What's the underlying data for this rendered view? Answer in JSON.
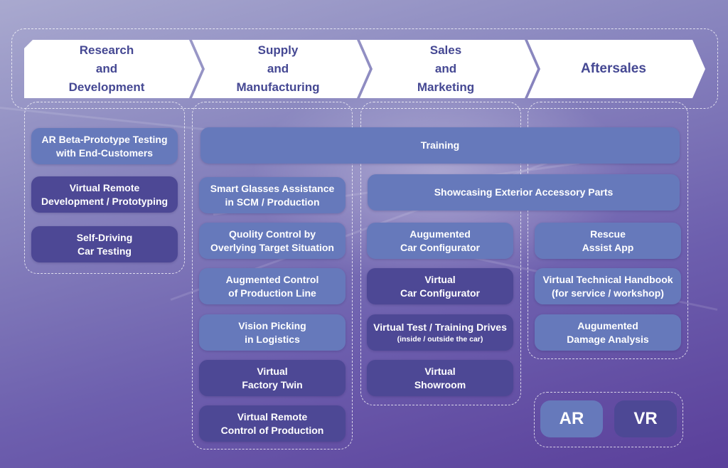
{
  "stages": [
    {
      "label": "Research\nand\nDevelopment"
    },
    {
      "label": "Supply\nand\nManufacturing"
    },
    {
      "label": "Sales\nand\nMarketing"
    },
    {
      "label": "Aftersales"
    }
  ],
  "research": [
    {
      "label": "AR Beta-Prototype Testing\nwith End-Customers",
      "type": "AR"
    },
    {
      "label": "Virtual Remote\nDevelopment / Prototyping",
      "type": "VR"
    },
    {
      "label": "Self-Driving\nCar Testing",
      "type": "VR"
    }
  ],
  "cross_stage": {
    "training": {
      "label": "Training",
      "type": "AR"
    },
    "showcasing": {
      "label": "Showcasing Exterior Accessory Parts",
      "type": "AR"
    }
  },
  "supply": [
    {
      "label": "Smart Glasses Assistance\nin SCM / Production",
      "type": "AR"
    },
    {
      "label": "Quolity Control by\nOverlying Target Situation",
      "type": "AR"
    },
    {
      "label": "Augmented Control\nof Production Line",
      "type": "AR"
    },
    {
      "label": "Vision Picking\nin Logistics",
      "type": "AR"
    },
    {
      "label": "Virtual\nFactory Twin",
      "type": "VR"
    },
    {
      "label": "Virtual Remote\nControl of Production",
      "type": "VR"
    }
  ],
  "sales": [
    {
      "label": "Augumented\nCar Configurator",
      "type": "AR"
    },
    {
      "label": "Virtual\nCar Configurator",
      "type": "VR"
    },
    {
      "label": "Virtual Test / Training Drives",
      "sublabel": "(inside / outside the car)",
      "type": "VR"
    },
    {
      "label": "Virtual\nShowroom",
      "type": "VR"
    }
  ],
  "aftersales": [
    {
      "label": "Rescue\nAssist App",
      "type": "AR"
    },
    {
      "label": "Virtual Technical Handbook\n(for service / workshop)",
      "type": "AR"
    },
    {
      "label": "Augumented\nDamage Analysis",
      "type": "AR"
    }
  ],
  "legend": {
    "ar": "AR",
    "vr": "VR"
  },
  "colors": {
    "ar": "#6679bb",
    "vr": "#4d4895",
    "stage_text": "#454893"
  }
}
